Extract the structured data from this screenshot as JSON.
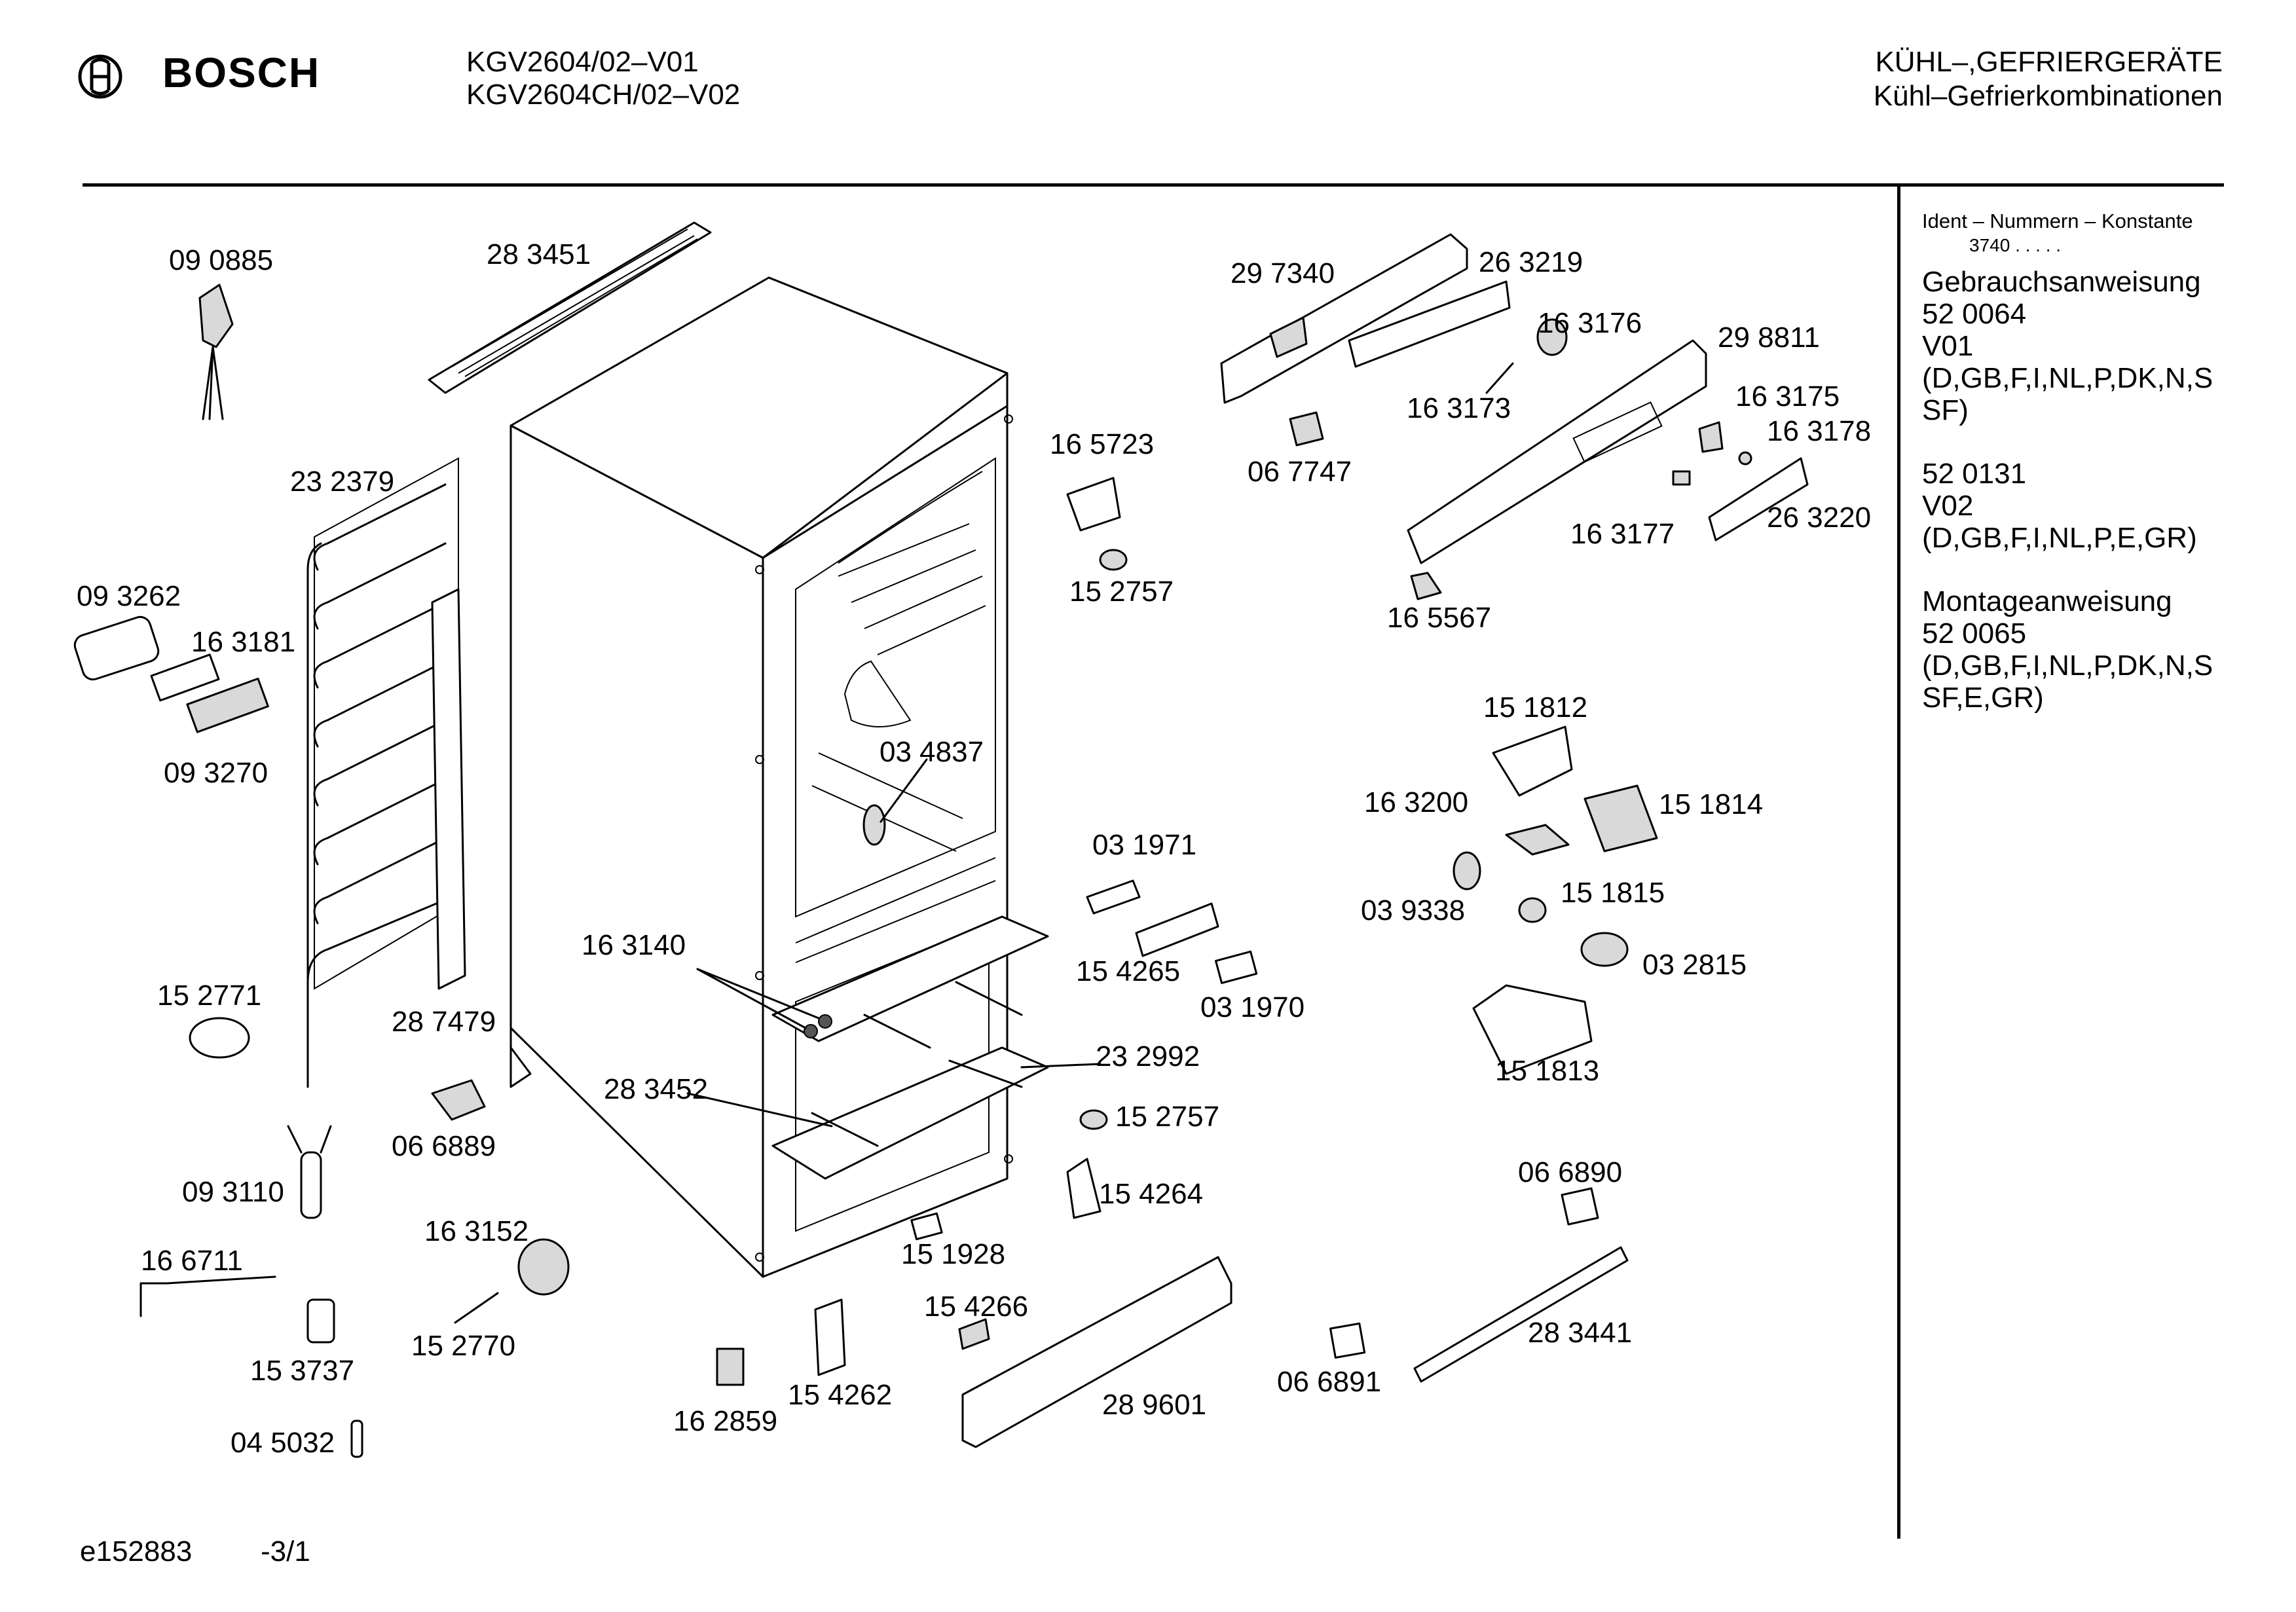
{
  "header": {
    "brand": "BOSCH",
    "models": [
      "KGV2604/02–V01",
      "KGV2604CH/02–V02"
    ],
    "category_title": "KÜHL–,GEFRIERGERÄTE",
    "category_subtitle": "Kühl–Gefrierkombinationen"
  },
  "side_panel": {
    "ident_label": "Ident – Nummern – Konstante",
    "ident_value": "3740 .  .   .  .  .",
    "sections": [
      {
        "lines": [
          "Gebrauchsanweisung",
          "52 0064",
          "V01",
          "(D,GB,F,I,NL,P,DK,N,S",
          "SF)"
        ]
      },
      {
        "lines": [
          "52 0131",
          "V02",
          "(D,GB,F,I,NL,P,E,GR)"
        ]
      },
      {
        "lines": [
          "Montageanweisung",
          "52 0065",
          "(D,GB,F,I,NL,P,DK,N,S",
          "SF,E,GR)"
        ]
      }
    ]
  },
  "footer": {
    "drawing_code": "e152883",
    "page": "-3/1"
  },
  "parts": [
    {
      "id": "p090885",
      "number": "09 0885"
    },
    {
      "id": "p283451",
      "number": "28 3451"
    },
    {
      "id": "p232379",
      "number": "23 2379"
    },
    {
      "id": "p093262",
      "number": "09 3262"
    },
    {
      "id": "p163181",
      "number": "16 3181"
    },
    {
      "id": "p093270",
      "number": "09 3270"
    },
    {
      "id": "p152771",
      "number": "15 2771"
    },
    {
      "id": "p287479",
      "number": "28 7479"
    },
    {
      "id": "p066889",
      "number": "06 6889"
    },
    {
      "id": "p093110",
      "number": "09 3110"
    },
    {
      "id": "p163152",
      "number": "16 3152"
    },
    {
      "id": "p166711",
      "number": "16 6711"
    },
    {
      "id": "p152770",
      "number": "15 2770"
    },
    {
      "id": "p153737",
      "number": "15 3737"
    },
    {
      "id": "p045032",
      "number": "04 5032"
    },
    {
      "id": "p162859",
      "number": "16 2859"
    },
    {
      "id": "p154262",
      "number": "15 4262"
    },
    {
      "id": "p283452",
      "number": "28 3452"
    },
    {
      "id": "p163140",
      "number": "16 3140"
    },
    {
      "id": "p034837",
      "number": "03 4837"
    },
    {
      "id": "p165723",
      "number": "16 5723"
    },
    {
      "id": "p152757a",
      "number": "15 2757"
    },
    {
      "id": "p031971",
      "number": "03 1971"
    },
    {
      "id": "p154265",
      "number": "15 4265"
    },
    {
      "id": "p031970",
      "number": "03 1970"
    },
    {
      "id": "p232992",
      "number": "23 2992"
    },
    {
      "id": "p152757b",
      "number": "15 2757"
    },
    {
      "id": "p154264",
      "number": "15 4264"
    },
    {
      "id": "p151928",
      "number": "15 1928"
    },
    {
      "id": "p154266",
      "number": "15 4266"
    },
    {
      "id": "p289601",
      "number": "28 9601"
    },
    {
      "id": "p297340",
      "number": "29 7340"
    },
    {
      "id": "p263219",
      "number": "26 3219"
    },
    {
      "id": "p163176",
      "number": "16 3176"
    },
    {
      "id": "p298811",
      "number": "29 8811"
    },
    {
      "id": "p163173",
      "number": "16 3173"
    },
    {
      "id": "p067747",
      "number": "06 7747"
    },
    {
      "id": "p163175",
      "number": "16 3175"
    },
    {
      "id": "p163178",
      "number": "16 3178"
    },
    {
      "id": "p163177",
      "number": "16 3177"
    },
    {
      "id": "p263220",
      "number": "26 3220"
    },
    {
      "id": "p165567",
      "number": "16 5567"
    },
    {
      "id": "p151812",
      "number": "15 1812"
    },
    {
      "id": "p163200",
      "number": "16 3200"
    },
    {
      "id": "p151814",
      "number": "15 1814"
    },
    {
      "id": "p039338",
      "number": "03 9338"
    },
    {
      "id": "p151815",
      "number": "15 1815"
    },
    {
      "id": "p032815",
      "number": "03 2815"
    },
    {
      "id": "p151813",
      "number": "15 1813"
    },
    {
      "id": "p066890",
      "number": "06 6890"
    },
    {
      "id": "p283441",
      "number": "28 3441"
    },
    {
      "id": "p066891",
      "number": "06 6891"
    }
  ]
}
